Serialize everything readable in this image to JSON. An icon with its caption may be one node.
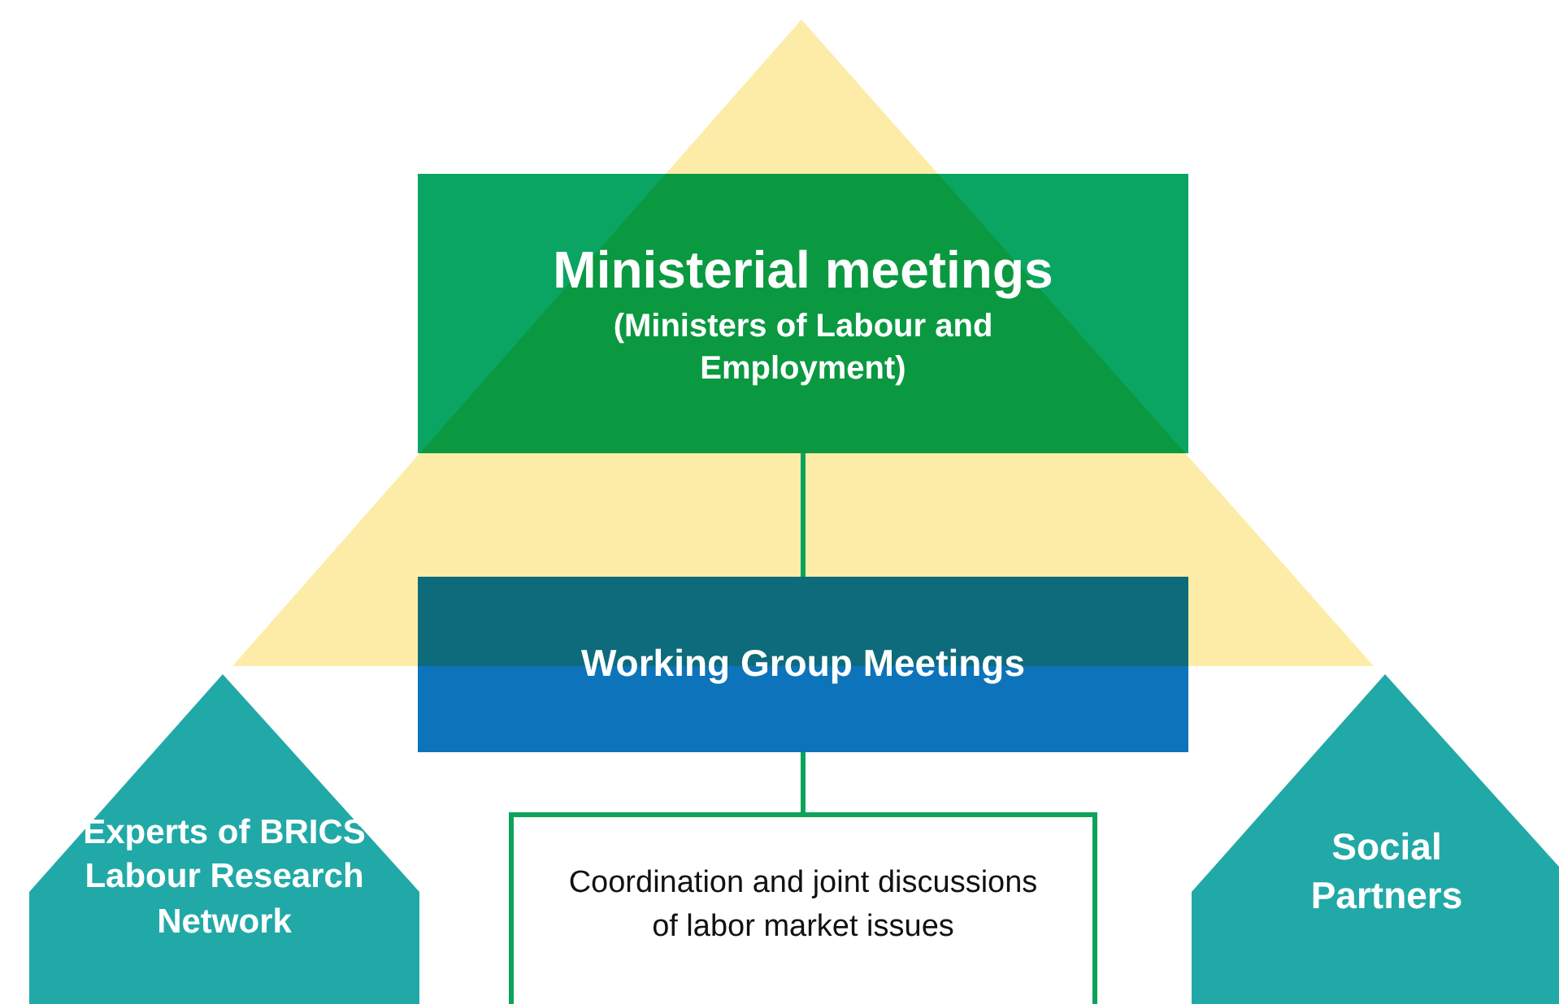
{
  "diagram": {
    "nodes": [
      {
        "text": [
          "Ministerial meetings",
          "(Ministers of Labour and Employment)"
        ]
      },
      {
        "text": [
          "Working Group Meetings"
        ]
      },
      {
        "text": [
          "Coordination and joint discussions of labor market issues"
        ]
      },
      {
        "text": [
          "Experts of BRICS Labour Research Network"
        ]
      },
      {
        "text": [
          "Social Partners"
        ]
      }
    ],
    "edges": [
      {
        "from": 0,
        "to": 1,
        "arrow": "none",
        "color": "#0ba35a"
      },
      {
        "from": 1,
        "to": 2,
        "arrow": "none",
        "color": "#0ba35a"
      }
    ]
  }
}
